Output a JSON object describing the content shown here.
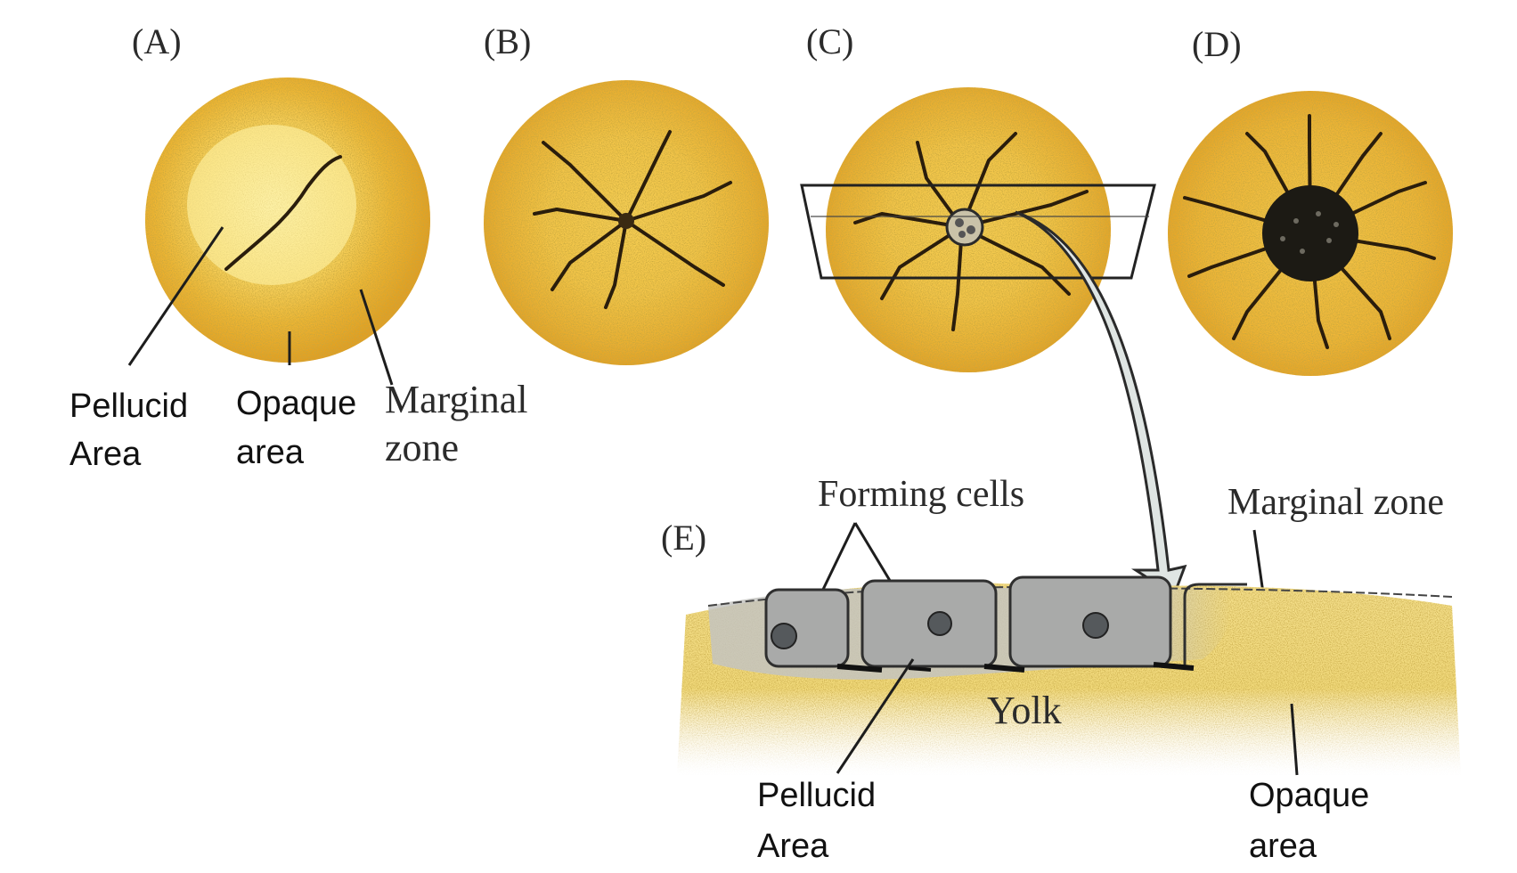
{
  "panel_labels": {
    "a": "(A)",
    "b": "(B)",
    "c": "(C)",
    "d": "(D)",
    "e": "(E)"
  },
  "labels_a": {
    "pellucid_line1": "Pellucid",
    "pellucid_line2": "Area",
    "opaque_line1": "Opaque",
    "opaque_line2": "area",
    "marginal_line1": "Marginal",
    "marginal_line2": "zone"
  },
  "labels_e": {
    "forming_cells": "Forming cells",
    "marginal_zone": "Marginal zone",
    "yolk": "Yolk",
    "pellucid_line1": "Pellucid",
    "pellucid_line2": "Area",
    "opaque_line1": "Opaque",
    "opaque_line2": "area"
  },
  "colors": {
    "yolk_outer": "#e6a526",
    "yolk_inner": "#f7d364",
    "pellucid_light": "#fff2a8",
    "cell_gray": "#a9aaa9",
    "disc_dark": "#1c1a14"
  }
}
